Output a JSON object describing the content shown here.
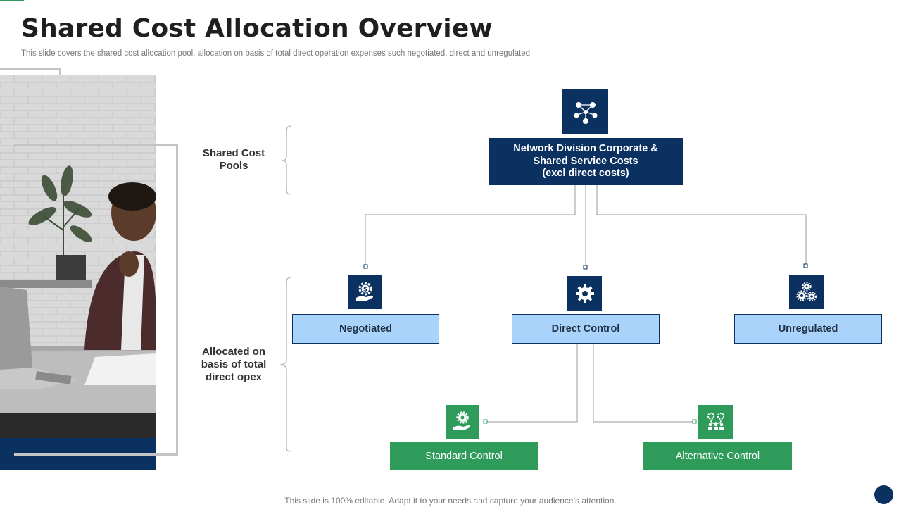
{
  "slide": {
    "title": "Shared Cost Allocation Overview",
    "subtitle": "This slide covers the shared cost allocation pool, allocation on basis of total direct operation expenses such negotiated, direct and unregulated",
    "footer": "This slide is 100% editable. Adapt it to your needs and capture your audience’s attention."
  },
  "labels": {
    "pools": [
      "Shared Cost",
      "Pools"
    ],
    "allocated": [
      "Allocated on",
      "basis of total",
      "direct opex"
    ]
  },
  "diagram": {
    "root": {
      "lines": [
        "Network Division Corporate &",
        "Shared Service Costs",
        "(excl direct costs)"
      ],
      "icon": "network-people-icon"
    },
    "tier1": [
      {
        "label": "Negotiated",
        "icon": "dollar-gear-hand-icon"
      },
      {
        "label": "Direct Control",
        "icon": "gear-icon"
      },
      {
        "label": "Unregulated",
        "icon": "gears-cluster-icon"
      }
    ],
    "tier2": [
      {
        "label": "Standard Control",
        "icon": "gear-hand-icon"
      },
      {
        "label": "Alternative Control",
        "icon": "team-gears-icon"
      }
    ]
  },
  "colors": {
    "navy": "#0a3160",
    "light_blue": "#a9d3fb",
    "green": "#2e9b5a",
    "connector": "#9a9a9a"
  }
}
